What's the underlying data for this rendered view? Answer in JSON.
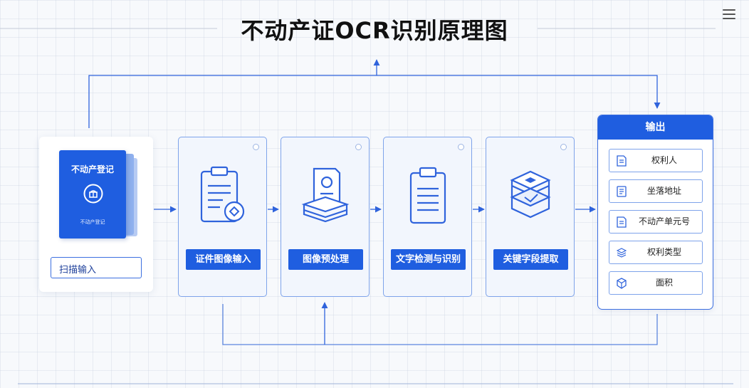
{
  "diagram": {
    "title": "不动产证OCR识别原理图",
    "input": {
      "book_title": "不动产登记",
      "book_subtitle": "不动产登记",
      "button_label": "扫描输入"
    },
    "steps": [
      {
        "label": "证件图像输入",
        "icon": "clipboard-document-icon"
      },
      {
        "label": "图像预处理",
        "icon": "photo-stack-icon"
      },
      {
        "label": "文字检测与识别",
        "icon": "clipboard-text-icon"
      },
      {
        "label": "关键字段提取",
        "icon": "layers-stack-icon"
      }
    ],
    "output": {
      "header": "输出",
      "items": [
        {
          "label": "权利人",
          "icon": "document-icon"
        },
        {
          "label": "坐落地址",
          "icon": "document-list-icon"
        },
        {
          "label": "不动产单元号",
          "icon": "document-icon"
        },
        {
          "label": "权利类型",
          "icon": "layers-icon"
        },
        {
          "label": "面积",
          "icon": "cube-icon"
        }
      ]
    },
    "colors": {
      "primary": "#1f5ee0",
      "line": "#3a6de0",
      "card_border": "#7ea3ea",
      "card_bg": "#f2f6fd",
      "background": "#f7f9fc"
    }
  }
}
